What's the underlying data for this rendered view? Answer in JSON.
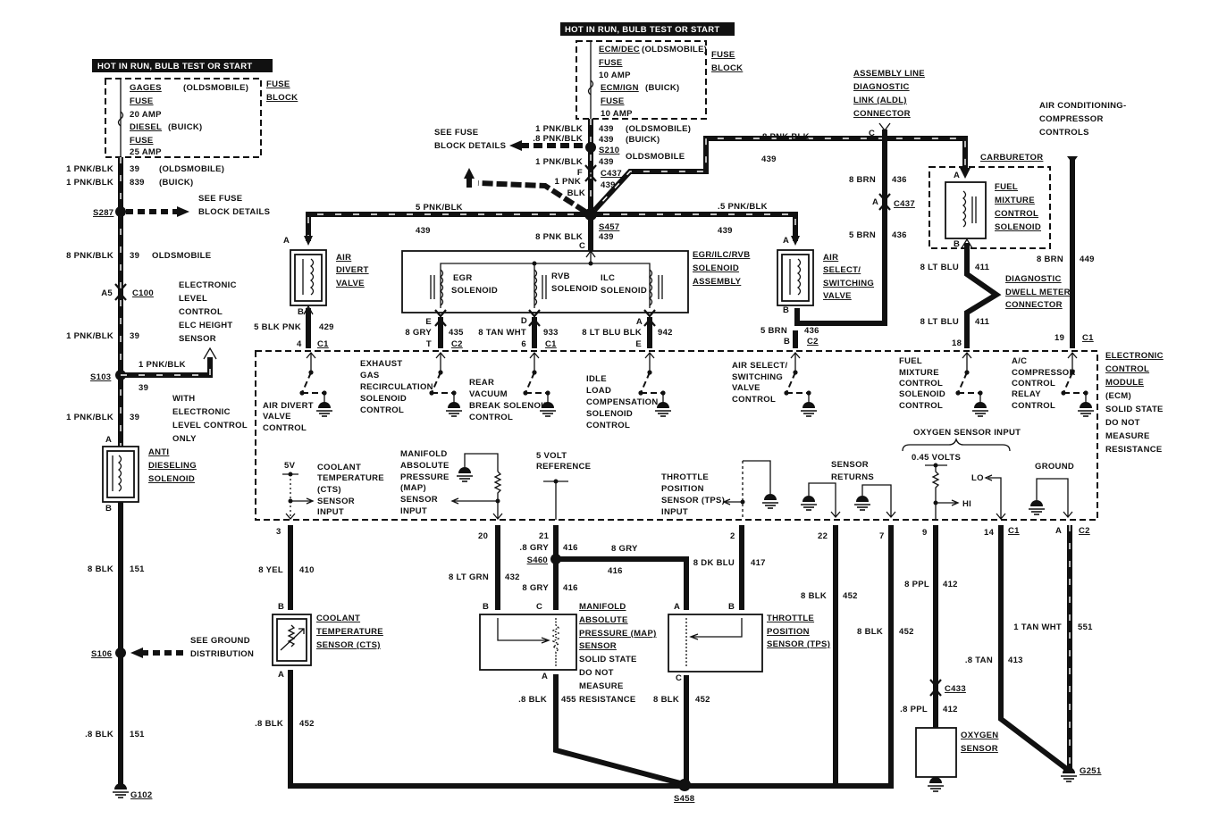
{
  "colors": {
    "wire": "#111111",
    "background": "#ffffff"
  },
  "left": {
    "header": "HOT IN RUN, BULB TEST OR START",
    "fuse": [
      "GAGES",
      "(OLDSMOBILE)",
      "FUSE",
      "20 AMP",
      "DIESEL",
      "(BUICK)",
      "FUSE",
      "25 AMP"
    ],
    "fuse_block": [
      "FUSE",
      "BLOCK"
    ],
    "w1": [
      "1 PNK/BLK",
      "39",
      "(OLDSMOBILE)"
    ],
    "w2": [
      "1 PNK/BLK",
      "839",
      "(BUICK)"
    ],
    "s287": "S287",
    "see_fuse": [
      "SEE FUSE",
      "BLOCK DETAILS"
    ],
    "w3": [
      "8 PNK/BLK",
      "39",
      "OLDSMOBILE"
    ],
    "a5": "A5",
    "c100": "C100",
    "elc": [
      "ELECTRONIC",
      "LEVEL",
      "CONTROL",
      "ELC HEIGHT",
      "SENSOR"
    ],
    "w4": [
      "1 PNK/BLK",
      "39"
    ],
    "s103": "S103",
    "w5": [
      "1 PNK/BLK",
      "39"
    ],
    "with_elc": [
      "WITH",
      "ELECTRONIC",
      "LEVEL CONTROL",
      "ONLY"
    ],
    "w6": [
      "1 PNK/BLK",
      "39"
    ],
    "pin_a": "A",
    "pin_b": "B",
    "anti": [
      "ANTI",
      "DIESELING",
      "SOLENOID"
    ],
    "w7": [
      "8 BLK",
      "151"
    ],
    "s106": "S106",
    "see_ground": [
      "SEE GROUND",
      "DISTRIBUTION"
    ],
    "w8": [
      ".8 BLK",
      "151"
    ],
    "g102": "G102"
  },
  "top": {
    "header": "HOT IN RUN, BULB TEST OR START",
    "fuse": [
      "ECM/DEC",
      "(OLDSMOBILE)",
      "FUSE",
      "10 AMP",
      "ECM/IGN",
      "(BUICK)",
      "FUSE",
      "10 AMP"
    ],
    "fuse_block": [
      "FUSE",
      "BLOCK"
    ],
    "w1": [
      "1 PNK/BLK",
      "439",
      "(OLDSMOBILE)"
    ],
    "w2": [
      ".8 PNK/BLK",
      "439",
      "(BUICK)"
    ],
    "s210": "S210",
    "olds": "OLDSMOBILE",
    "see_fuse": [
      "SEE FUSE",
      "BLOCK DETAILS"
    ],
    "w3": [
      "1 PNK/BLK",
      "439"
    ],
    "f": "F",
    "c437": "C437",
    "w3b": "439",
    "w4": [
      "1 PNK",
      "BLK"
    ],
    "s457": "S457",
    "w5": [
      "8 PNK BLK",
      "439"
    ],
    "c": "C",
    "left_bus": [
      "5 PNK/BLK",
      "439"
    ],
    "right_bus": [
      ".5 PNK/BLK",
      "439"
    ],
    "carb_bus": [
      ".8 PNK BLK",
      "439"
    ]
  },
  "air_divert": {
    "pin_a": "A",
    "pin_b": "B",
    "label": [
      "AIR",
      "DIVERT",
      "VALVE"
    ],
    "wire": [
      "5 BLK PNK",
      "429"
    ],
    "pin": "4",
    "conn": "C1"
  },
  "egr": {
    "title": [
      "EGR/ILC/RVB",
      "SOLENOID",
      "ASSEMBLY"
    ],
    "egr": [
      "EGR",
      "SOLENOID"
    ],
    "rvb": [
      "RVB",
      "SOLENOID"
    ],
    "ilc": [
      "ILC",
      "SOLENOID"
    ],
    "c1": [
      "E",
      "8 GRY",
      "435",
      "T",
      "C2"
    ],
    "c2": [
      "D",
      "8 TAN WHT",
      "933",
      "6",
      "C1"
    ],
    "c3": [
      "A",
      "8 LT BLU BLK",
      "942",
      "E"
    ]
  },
  "air_select": {
    "pin_a": "A",
    "pin_b": "B",
    "label": [
      "AIR",
      "SELECT/",
      "SWITCHING",
      "VALVE"
    ],
    "wire": [
      "5 BRN",
      "436"
    ],
    "pin": "B",
    "conn": "C2"
  },
  "aldl": {
    "label": [
      "ASSEMBLY LINE",
      "DIAGNOSTIC",
      "LINK (ALDL)",
      "CONNECTOR"
    ],
    "c": "C",
    "w1": [
      "8 BRN",
      "436"
    ],
    "a": "A",
    "c437": "C437",
    "w2": [
      "5 BRN",
      "436"
    ]
  },
  "carb": {
    "title": "CARBURETOR",
    "label": [
      "FUEL",
      "MIXTURE",
      "CONTROL",
      "SOLENOID"
    ],
    "pin_a": "A",
    "pin_b": "B",
    "w1": [
      "8 LT BLU",
      "411"
    ],
    "dwell": [
      "DIAGNOSTIC",
      "DWELL METER",
      "CONNECTOR"
    ],
    "w2": [
      "8 LT BLU",
      "411"
    ],
    "pin": "18"
  },
  "ac": {
    "label": [
      "AIR CONDITIONING-",
      "COMPRESSOR",
      "CONTROLS"
    ],
    "wire": [
      "8 BRN",
      "449"
    ],
    "pin": "19",
    "conn": "C1"
  },
  "ecm": {
    "label": [
      "ELECTRONIC",
      "CONTROL",
      "MODULE",
      "(ECM)",
      "SOLID STATE",
      "DO NOT",
      "MEASURE",
      "RESISTANCE"
    ],
    "sw_air_divert": [
      "AIR DIVERT",
      "VALVE",
      "CONTROL"
    ],
    "sw_egr": [
      "EXHAUST",
      "GAS",
      "RECIRCULATION",
      "SOLENOID",
      "CONTROL"
    ],
    "sw_rvb": [
      "REAR",
      "VACUUM",
      "BREAK SOLENOID",
      "CONTROL"
    ],
    "sw_ilc": [
      "IDLE",
      "LOAD",
      "COMPENSATION",
      "SOLENOID",
      "CONTROL"
    ],
    "sw_air_select": [
      "AIR SELECT/",
      "SWITCHING",
      "VALVE",
      "CONTROL"
    ],
    "sw_fuel": [
      "FUEL",
      "MIXTURE",
      "CONTROL",
      "SOLENOID",
      "CONTROL"
    ],
    "sw_ac": [
      "A/C",
      "COMPRESSOR",
      "CONTROL",
      "RELAY",
      "CONTROL"
    ],
    "v5": "5V",
    "cts_in": [
      "COOLANT",
      "TEMPERATURE",
      "(CTS)",
      "SENSOR",
      "INPUT"
    ],
    "map_in": [
      "MANIFOLD",
      "ABSOLUTE",
      "PRESSURE",
      "(MAP)",
      "SENSOR",
      "INPUT"
    ],
    "ref": [
      "5 VOLT",
      "REFERENCE"
    ],
    "tps_in": [
      "THROTTLE",
      "POSITION",
      "SENSOR (TPS)",
      "INPUT"
    ],
    "returns": [
      "SENSOR",
      "RETURNS"
    ],
    "o2_in": "OXYGEN SENSOR INPUT",
    "volts": "0.45 VOLTS",
    "hi": "HI",
    "lo": "LO",
    "ground": "GROUND",
    "pins": [
      "3",
      "20",
      "21",
      "2",
      "22",
      "7",
      "9",
      "14",
      "C1",
      "A",
      "C2"
    ]
  },
  "bottom": {
    "cts_w": [
      "8 YEL",
      "410"
    ],
    "cts_b": "B",
    "cts_a": "A",
    "cts": [
      "COOLANT",
      "TEMPERATURE",
      "SENSOR (CTS)"
    ],
    "cts_w2": [
      ".8 BLK",
      "452"
    ],
    "map_w": [
      "8 LT GRN",
      "432"
    ],
    "map_b": "B",
    "map_c": "C",
    "map_a": "A",
    "ref_w1": [
      ".8 GRY",
      "416"
    ],
    "s460": "S460",
    "ref_w2": [
      "8 GRY",
      "416"
    ],
    "ref_w3": [
      "8 GRY",
      "416"
    ],
    "map": [
      "MANIFOLD",
      "ABSOLUTE",
      "PRESSURE (MAP)",
      "SENSOR",
      "SOLID STATE",
      "DO NOT",
      "MEASURE",
      "RESISTANCE"
    ],
    "map_w2": [
      ".8 BLK",
      "455"
    ],
    "tps_w": [
      "8 DK BLU",
      "417"
    ],
    "tps_a": "A",
    "tps_b": "B",
    "tps_c": "C",
    "tps": [
      "THROTTLE",
      "POSITION",
      "SENSOR (TPS)"
    ],
    "tps_w2": [
      "8 BLK",
      "452"
    ],
    "s458": "S458",
    "ret_w1": [
      "8 BLK",
      "452"
    ],
    "ret_w2": [
      "8 BLK",
      "452"
    ],
    "o2_w1": [
      "8 PPL",
      "412"
    ],
    "c433": "C433",
    "o2_w2": [
      ".8 PPL",
      "412"
    ],
    "o2": [
      "OXYGEN",
      "SENSOR"
    ],
    "lo_w": [
      ".8 TAN",
      "413"
    ],
    "gnd_w": [
      "1 TAN WHT",
      "551"
    ],
    "g251": "G251"
  }
}
